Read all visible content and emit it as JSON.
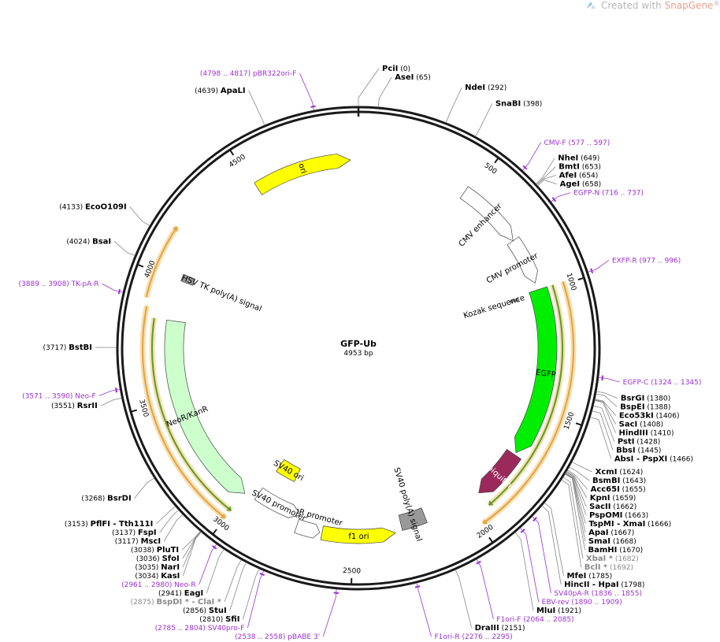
{
  "watermark": {
    "prefix": "Created with ",
    "brand": "SnapGene",
    "reg": "®"
  },
  "plasmid": {
    "name": "GFP-Ub",
    "length_label": "4953 bp",
    "length": 4953
  },
  "colors": {
    "backbone": "#1a1a1a",
    "primer": "#9b30d0",
    "site_gray": "#808080",
    "ori": "#ffff00",
    "egfp": "#00ee00",
    "ubiquitin": "#9b2a5a",
    "sv40_ori": "#ffff00",
    "f1_ori": "#ffff00",
    "neo": "#ccffcc",
    "polyA": "#999999",
    "promoter": "#ffffff",
    "orf_orange": "#e8a040",
    "orf_green": "#5a9a2a"
  },
  "ticks": [
    "500",
    "1000",
    "1500",
    "2000",
    "2500",
    "3000",
    "3500",
    "4000",
    "4500"
  ],
  "features": [
    {
      "name": "ori",
      "label": "ori",
      "start": 4510,
      "end": 4920,
      "dir": 1,
      "color": "#ffff00"
    },
    {
      "name": "cmv-enhancer",
      "label": "CMV enhancer",
      "start": 470,
      "end": 760,
      "dir": 1,
      "color": "#ffffff"
    },
    {
      "name": "cmv-promoter",
      "label": "CMV promoter",
      "start": 760,
      "end": 960,
      "dir": 1,
      "color": "#ffffff"
    },
    {
      "name": "kozak",
      "label": "Kozak sequence",
      "start": 1000,
      "end": 1010,
      "dir": 0,
      "color": "#999999"
    },
    {
      "name": "egfp",
      "label": "EGFP",
      "start": 990,
      "end": 1700,
      "dir": 1,
      "color": "#00ee00"
    },
    {
      "name": "ubiquitin",
      "label": "ubiquitin",
      "start": 1710,
      "end": 1930,
      "dir": 1,
      "color": "#9b2a5a"
    },
    {
      "name": "sv40-polya",
      "label": "SV40 poly(A) signal",
      "start": 2180,
      "end": 2290,
      "dir": 0,
      "color": "#999999"
    },
    {
      "name": "f1-ori",
      "label": "f1 ori",
      "start": 2320,
      "end": 2630,
      "dir": -1,
      "color": "#ffff00"
    },
    {
      "name": "ampr-promoter",
      "label": "AmpR promoter",
      "start": 2640,
      "end": 2740,
      "dir": -1,
      "color": "#ffffff"
    },
    {
      "name": "sv40-promoter",
      "label": "SV40 promoter",
      "start": 2740,
      "end": 2950,
      "dir": -1,
      "color": "#ffffff"
    },
    {
      "name": "sv40-ori",
      "label": "SV40 ori",
      "start": 2830,
      "end": 2940,
      "dir": 0,
      "color": "#ffff00"
    },
    {
      "name": "neor-kanr",
      "label": "NeoR/KanR",
      "start": 3000,
      "end": 3830,
      "dir": -1,
      "color": "#ccffcc"
    },
    {
      "name": "hsv-tk-polya",
      "label": "HSV TK poly(A) signal",
      "start": 4000,
      "end": 4030,
      "dir": 0,
      "color": "#999999"
    }
  ],
  "orfs": [
    {
      "name": "orf-egfp-orange",
      "start": 990,
      "end": 1990,
      "dir": 1,
      "color": "#e8a040"
    },
    {
      "name": "orf-egfp-green",
      "start": 990,
      "end": 1930,
      "dir": 1,
      "color": "#5a9a2a"
    },
    {
      "name": "orf-neo-green",
      "start": 3000,
      "end": 3830,
      "dir": -1,
      "color": "#5a9a2a"
    },
    {
      "name": "orf-neo-orange",
      "start": 3000,
      "end": 3870,
      "dir": -1,
      "color": "#e8a040"
    },
    {
      "name": "orf-hsv-orange",
      "start": 3900,
      "end": 4180,
      "dir": 1,
      "color": "#e8a040"
    }
  ],
  "sites": [
    {
      "name": "PciI",
      "pos": "(0)",
      "bp": 0,
      "side": "R"
    },
    {
      "name": "AseI",
      "pos": "(65)",
      "bp": 65
    },
    {
      "name": "NdeI",
      "pos": "(292)",
      "bp": 292
    },
    {
      "name": "SnaBI",
      "pos": "(398)",
      "bp": 398
    },
    {
      "name": "NheI",
      "pos": "(649)",
      "bp": 649
    },
    {
      "name": "BmtI",
      "pos": "(653)",
      "bp": 653
    },
    {
      "name": "AfeI",
      "pos": "(654)",
      "bp": 654
    },
    {
      "name": "AgeI",
      "pos": "(658)",
      "bp": 658
    },
    {
      "name": "BsrGI",
      "pos": "(1380)",
      "bp": 1380
    },
    {
      "name": "BspEI",
      "pos": "(1388)",
      "bp": 1388
    },
    {
      "name": "Eco53kI",
      "pos": "(1406)",
      "bp": 1406
    },
    {
      "name": "SacI",
      "pos": "(1408)",
      "bp": 1408
    },
    {
      "name": "HindIII",
      "pos": "(1410)",
      "bp": 1410
    },
    {
      "name": "PstI",
      "pos": "(1428)",
      "bp": 1428
    },
    {
      "name": "BbsI",
      "pos": "(1445)",
      "bp": 1445
    },
    {
      "name": "AbsI - PspXI",
      "pos": "(1466)",
      "bp": 1466
    },
    {
      "name": "XcmI",
      "pos": "(1624)",
      "bp": 1624
    },
    {
      "name": "BsmBI",
      "pos": "(1643)",
      "bp": 1643
    },
    {
      "name": "Acc65I",
      "pos": "(1655)",
      "bp": 1655
    },
    {
      "name": "KpnI",
      "pos": "(1659)",
      "bp": 1659
    },
    {
      "name": "SacII",
      "pos": "(1662)",
      "bp": 1662
    },
    {
      "name": "PspOMI",
      "pos": "(1663)",
      "bp": 1663
    },
    {
      "name": "TspMI - XmaI",
      "pos": "(1666)",
      "bp": 1666
    },
    {
      "name": "ApaI",
      "pos": "(1667)",
      "bp": 1667
    },
    {
      "name": "SmaI",
      "pos": "(1668)",
      "bp": 1668
    },
    {
      "name": "BamHI",
      "pos": "(1670)",
      "bp": 1670
    },
    {
      "name": "XbaI *",
      "pos": "(1682)",
      "bp": 1682,
      "gray": true
    },
    {
      "name": "BclI *",
      "pos": "(1692)",
      "bp": 1692,
      "gray": true
    },
    {
      "name": "MfeI",
      "pos": "(1785)",
      "bp": 1785
    },
    {
      "name": "HincII - HpaI",
      "pos": "(1798)",
      "bp": 1798
    },
    {
      "name": "MluI",
      "pos": "(1921)",
      "bp": 1921
    },
    {
      "name": "DraIII",
      "pos": "(2151)",
      "bp": 2151
    },
    {
      "name": "SfiI",
      "pos": "(2810)",
      "bp": 2810
    },
    {
      "name": "StuI",
      "pos": "(2856)",
      "bp": 2856
    },
    {
      "name": "BspDI * - ClaI *",
      "pos": "(2875)",
      "bp": 2875,
      "gray": true
    },
    {
      "name": "EagI",
      "pos": "(2941)",
      "bp": 2941
    },
    {
      "name": "KasI",
      "pos": "(3034)",
      "bp": 3034
    },
    {
      "name": "NarI",
      "pos": "(3035)",
      "bp": 3035
    },
    {
      "name": "SfoI",
      "pos": "(3036)",
      "bp": 3036
    },
    {
      "name": "PluTI",
      "pos": "(3038)",
      "bp": 3038
    },
    {
      "name": "MscI",
      "pos": "(3117)",
      "bp": 3117
    },
    {
      "name": "FspI",
      "pos": "(3137)",
      "bp": 3137
    },
    {
      "name": "PflFI - Tth111I",
      "pos": "(3153)",
      "bp": 3153
    },
    {
      "name": "BsrDI",
      "pos": "(3268)",
      "bp": 3268
    },
    {
      "name": "RsrII",
      "pos": "(3551)",
      "bp": 3551
    },
    {
      "name": "BstBI",
      "pos": "(3717)",
      "bp": 3717
    },
    {
      "name": "BsaI",
      "pos": "(4024)",
      "bp": 4024
    },
    {
      "name": "EcoO109I",
      "pos": "(4133)",
      "bp": 4133
    },
    {
      "name": "ApaLI",
      "pos": "(4639)",
      "bp": 4639
    }
  ],
  "primers": [
    {
      "name": "pBR322ori-F",
      "range": "(4798 .. 4817)",
      "bp": 4807
    },
    {
      "name": "CMV-F",
      "range": "(577 .. 597)",
      "bp": 587
    },
    {
      "name": "EGFP-N",
      "range": "(716 .. 737)",
      "bp": 726
    },
    {
      "name": "EXFP-R",
      "range": "(977 .. 996)",
      "bp": 986
    },
    {
      "name": "EGFP-C",
      "range": "(1324 .. 1345)",
      "bp": 1334
    },
    {
      "name": "SV40pA-R",
      "range": "(1836 .. 1855)",
      "bp": 1845
    },
    {
      "name": "EBV-rev",
      "range": "(1890 .. 1909)",
      "bp": 1899
    },
    {
      "name": "F1ori-F",
      "range": "(2064 .. 2085)",
      "bp": 2074
    },
    {
      "name": "F1ori-R",
      "range": "(2276 .. 2295)",
      "bp": 2285
    },
    {
      "name": "pBABE 3'",
      "range": "(2538 .. 2558)",
      "bp": 2548
    },
    {
      "name": "SV40pro-F",
      "range": "(2785 .. 2804)",
      "bp": 2794
    },
    {
      "name": "Neo-R",
      "range": "(2961 .. 2980)",
      "bp": 2970
    },
    {
      "name": "Neo-F",
      "range": "(3571 .. 3590)",
      "bp": 3580
    },
    {
      "name": "TK-pA-R",
      "range": "(3889 .. 3908)",
      "bp": 3898
    }
  ]
}
